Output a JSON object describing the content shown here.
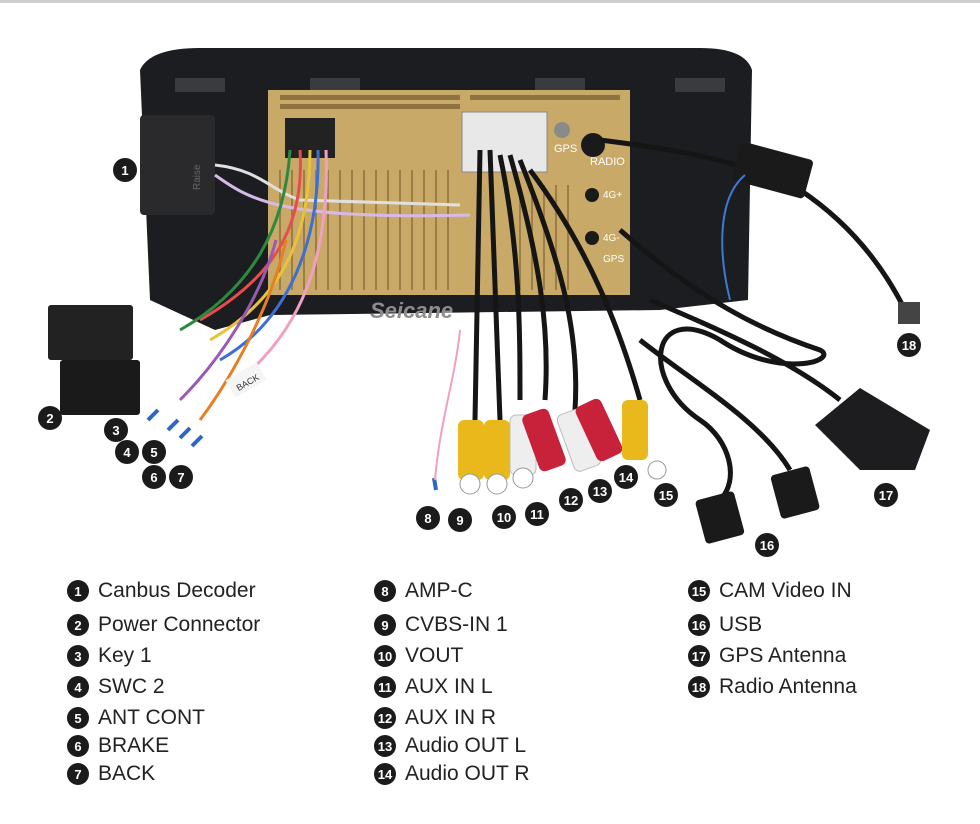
{
  "photo_labels": {
    "brand_watermark": "Seicane",
    "port_gps": "GPS",
    "port_radio": "RADIO",
    "port_4g_plus": "4G+",
    "port_4g_minus": "4G-",
    "port_gps2": "GPS",
    "decoder_text": "Raise",
    "back_tag": "BACK"
  },
  "callouts": [
    "1",
    "2",
    "3",
    "4",
    "5",
    "6",
    "7",
    "8",
    "9",
    "10",
    "11",
    "12",
    "13",
    "14",
    "15",
    "16",
    "17",
    "18"
  ],
  "legend": {
    "col1": [
      {
        "num": "1",
        "label": "Canbus Decoder"
      },
      {
        "num": "2",
        "label": "Power Connector"
      },
      {
        "num": "3",
        "label": "Key 1"
      },
      {
        "num": "4",
        "label": "SWC 2"
      },
      {
        "num": "5",
        "label": "ANT CONT"
      },
      {
        "num": "6",
        "label": "BRAKE"
      },
      {
        "num": "7",
        "label": "BACK"
      }
    ],
    "col2": [
      {
        "num": "8",
        "label": "AMP-C"
      },
      {
        "num": "9",
        "label": "CVBS-IN 1"
      },
      {
        "num": "10",
        "label": "VOUT"
      },
      {
        "num": "11",
        "label": "AUX IN L"
      },
      {
        "num": "12",
        "label": "AUX IN R"
      },
      {
        "num": "13",
        "label": "Audio OUT L"
      },
      {
        "num": "14",
        "label": "Audio OUT R"
      }
    ],
    "col3": [
      {
        "num": "15",
        "label": "CAM Video IN"
      },
      {
        "num": "16",
        "label": "USB"
      },
      {
        "num": "17",
        "label": "GPS Antenna"
      },
      {
        "num": "18",
        "label": "Radio Antenna"
      }
    ]
  },
  "colors": {
    "badge": "#1b1b1b",
    "chassis": "#1c1d21",
    "heatsink": "#c9a968",
    "rca_yellow": "#e9b91b",
    "rca_red": "#c8213a",
    "rca_white": "#eeeeee"
  }
}
